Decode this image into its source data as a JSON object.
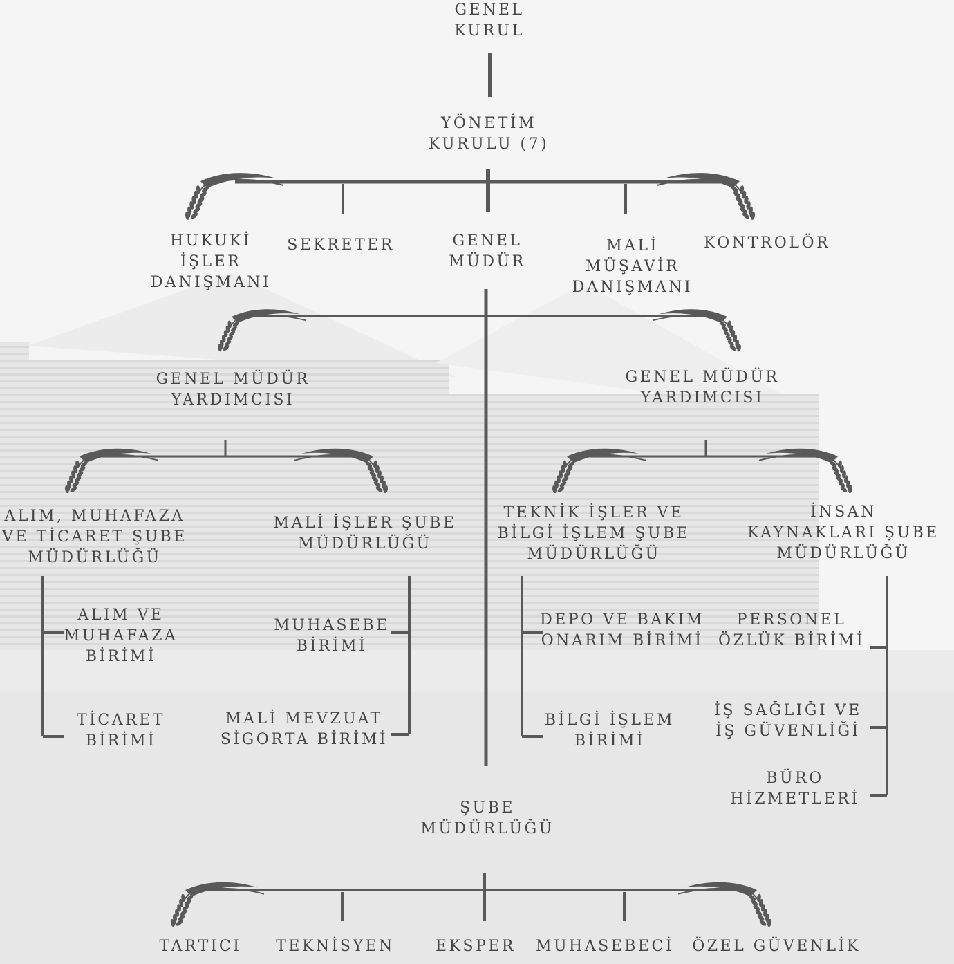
{
  "colors": {
    "line": "#595959",
    "text": "#454545",
    "background": "#f4f4f4"
  },
  "nodes": {
    "genel_kurul": "GENEL\nKURUL",
    "yonetim_kurulu": "YÖNETİM\nKURULU (7)",
    "hukuki_isler": "HUKUKİ\nİŞLER\nDANIŞMANI",
    "sekreter": "SEKRETER",
    "genel_mudur": "GENEL\nMÜDÜR",
    "mali_musavir": "MALİ\nMÜŞAVİR\nDANIŞMANI",
    "kontrolor": "KONTROLÖR",
    "gmy_left": "GENEL MÜDÜR\nYARDIMCISI",
    "gmy_right": "GENEL MÜDÜR\nYARDIMCISI",
    "alim_sube": "ALIM, MUHAFAZA\nVE TİCARET ŞUBE\nMÜDÜRLÜĞÜ",
    "mali_isler_sube": "MALİ İŞLER ŞUBE\nMÜDÜRLÜĞÜ",
    "teknik_sube": "TEKNİK İŞLER VE\nBİLGİ İŞLEM ŞUBE\nMÜDÜRLÜĞÜ",
    "insan_kaynaklari": "İNSAN\nKAYNAKLARI ŞUBE\nMÜDÜRLÜĞÜ",
    "alim_birimi": "ALIM VE\nMUHAFAZA\nBİRİMİ",
    "ticaret_birimi": "TİCARET\nBİRİMİ",
    "muhasebe_birimi": "MUHASEBE\nBİRİMİ",
    "mali_mevzuat": "MALİ MEVZUAT\nSİGORTA BİRİMİ",
    "depo_bakim": "DEPO VE BAKIM\nONARIM BİRİMİ",
    "bilgi_islem": "BİLGİ İŞLEM\nBİRİMİ",
    "personel": "PERSONEL\nÖZLÜK BİRİMİ",
    "is_sagligi": "İŞ SAĞLIĞI VE\nİŞ GÜVENLİĞİ",
    "buro": "BÜRO\nHİZMETLERİ",
    "sube_mudurlugu": "ŞUBE\nMÜDÜRLÜĞÜ",
    "tartici": "TARTICI",
    "teknisyen": "TEKNİSYEN",
    "eksper": "EKSPER",
    "muhasebeci": "MUHASEBECİ",
    "ozel_guvenlik": "ÖZEL GÜVENLİK"
  }
}
